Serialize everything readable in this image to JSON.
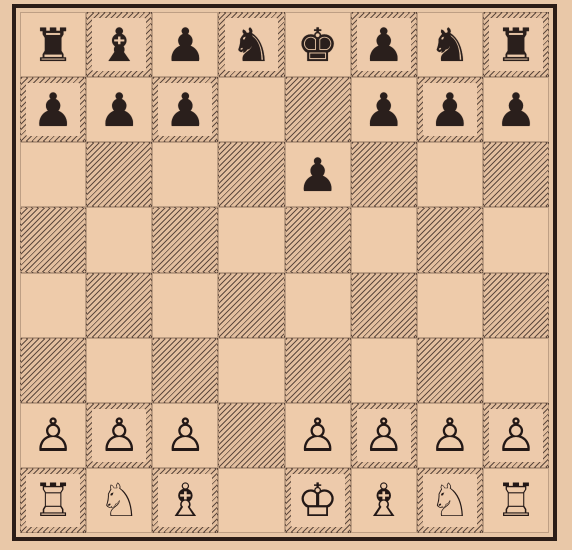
{
  "board": {
    "colors": {
      "light": "#eecbaa",
      "dark_hatch": "#2d1e1a",
      "frame": "#2b1d17",
      "piece_ink": "#2a1f1c"
    },
    "ranks": [
      [
        "black-rook",
        "black-bishop",
        "black-pawn",
        "black-knight",
        "black-king",
        "black-pawn",
        "black-knight",
        "black-rook"
      ],
      [
        "black-pawn",
        "black-pawn",
        "black-pawn",
        "",
        "",
        "black-pawn",
        "black-pawn",
        "black-pawn"
      ],
      [
        "",
        "",
        "",
        "",
        "black-pawn",
        "",
        "",
        ""
      ],
      [
        "",
        "",
        "",
        "",
        "",
        "",
        "",
        ""
      ],
      [
        "",
        "",
        "",
        "",
        "",
        "",
        "",
        ""
      ],
      [
        "",
        "",
        "",
        "",
        "",
        "",
        "",
        ""
      ],
      [
        "white-pawn",
        "white-pawn",
        "white-pawn",
        "",
        "white-pawn",
        "white-pawn",
        "white-pawn",
        "white-pawn"
      ],
      [
        "white-rook",
        "white-knight",
        "white-bishop",
        "",
        "white-king",
        "white-bishop",
        "white-knight",
        "white-rook"
      ]
    ]
  }
}
